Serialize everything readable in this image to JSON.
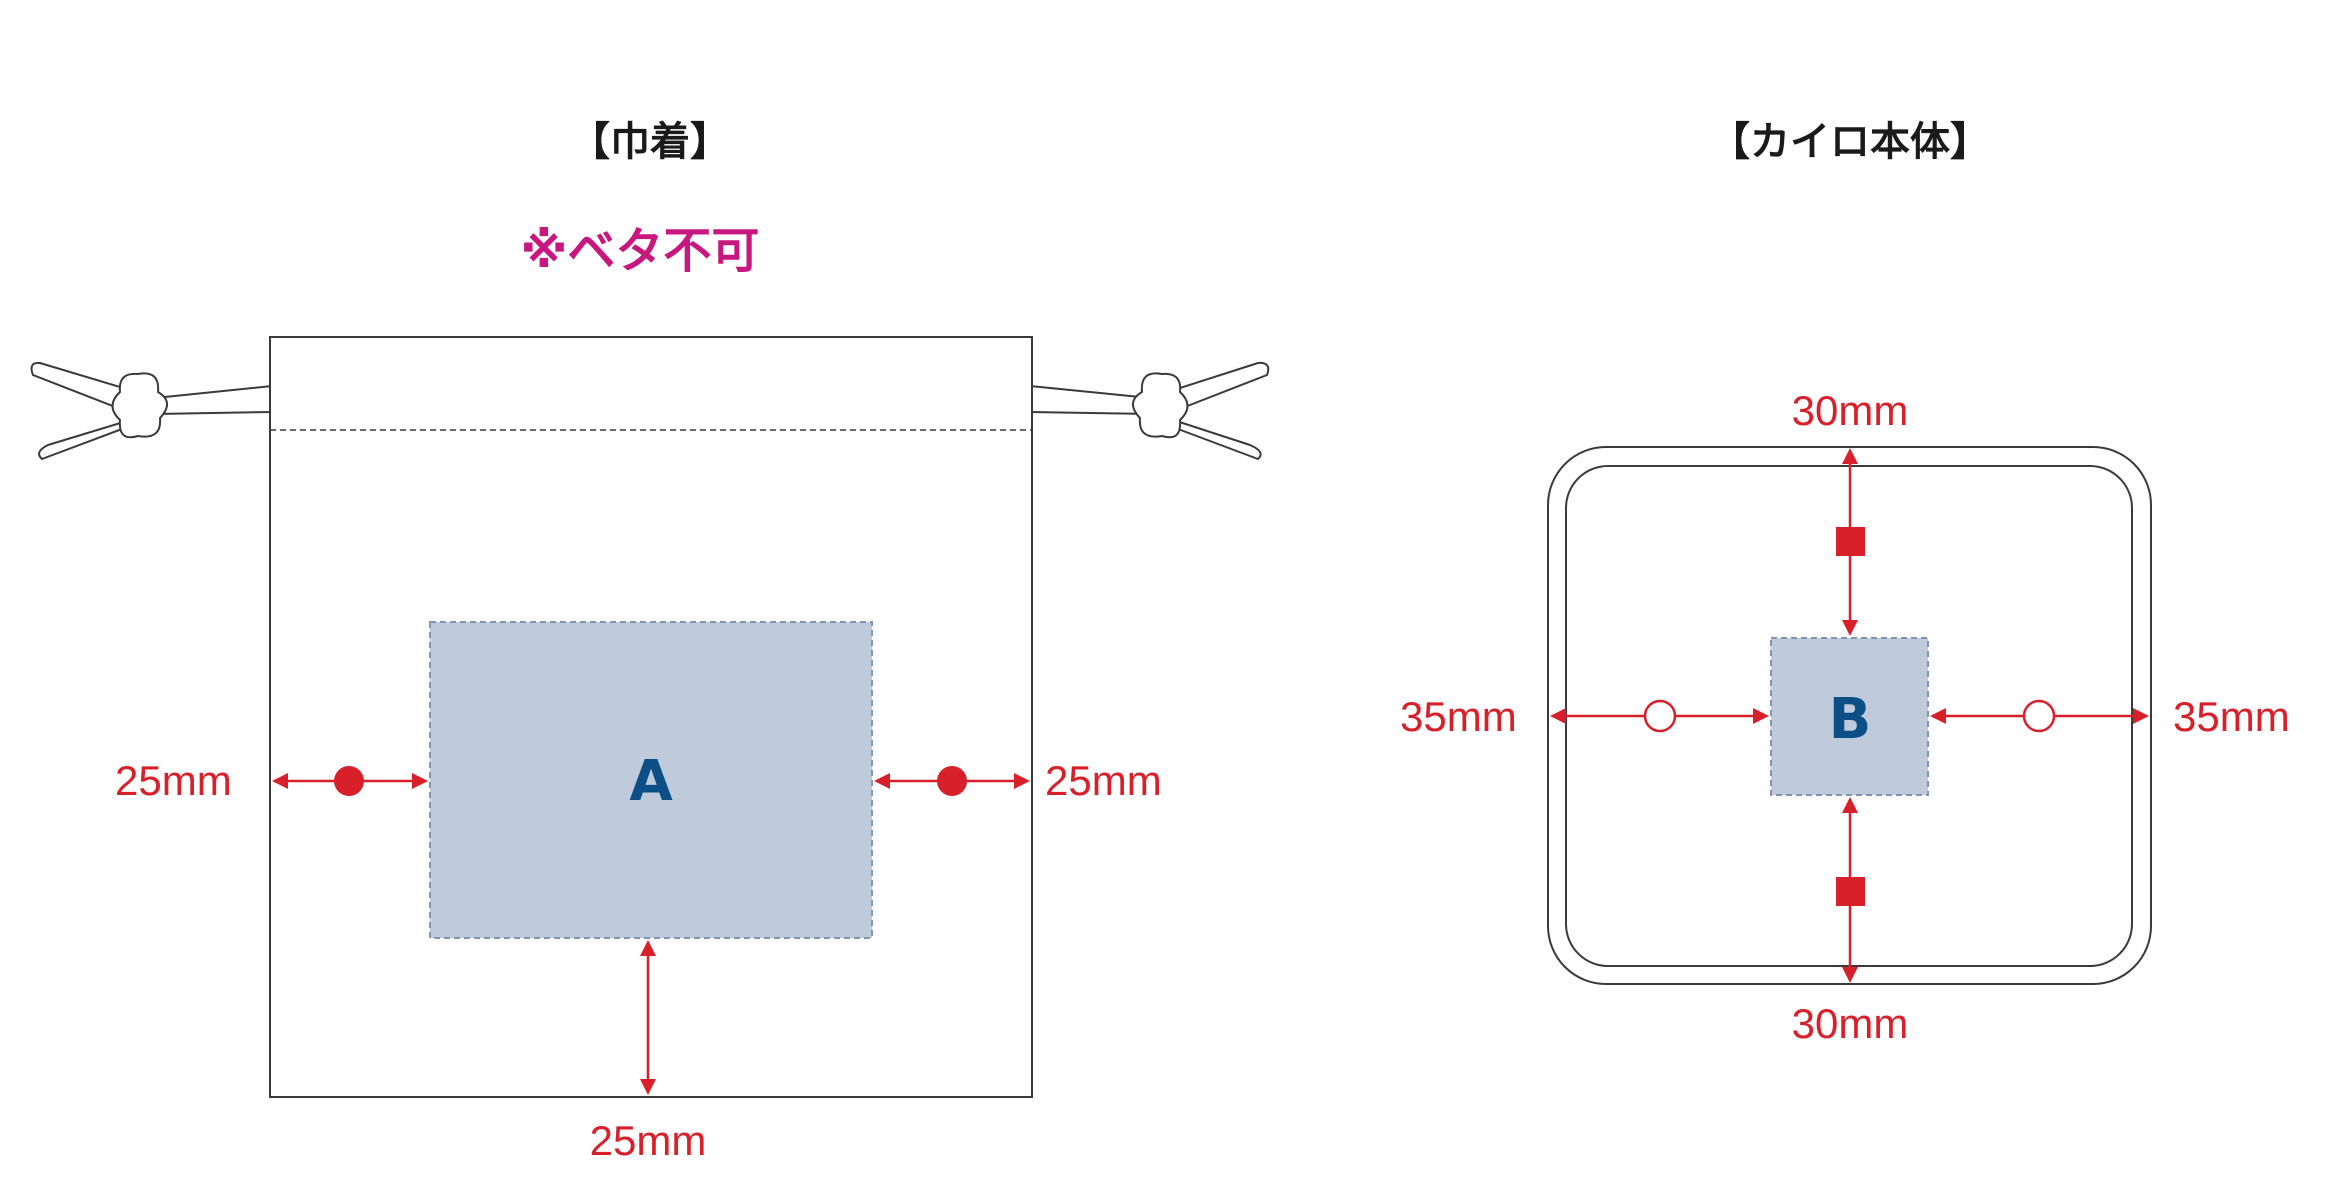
{
  "pouch": {
    "heading": "【巾着】",
    "note": "※ベタ不可",
    "area_label": "A",
    "margin_left": "25mm",
    "margin_right": "25mm",
    "margin_bottom": "25mm"
  },
  "kairo": {
    "heading": "【カイロ本体】",
    "area_label": "B",
    "margin_top": "30mm",
    "margin_bottom": "30mm",
    "margin_left": "35mm",
    "margin_right": "35mm"
  },
  "colors": {
    "dimension": "#d8202a",
    "note": "#c8177f",
    "print_area_fill": "#bfcbdb",
    "area_label": "#0c4f86",
    "outline": "#3a3a3a"
  }
}
